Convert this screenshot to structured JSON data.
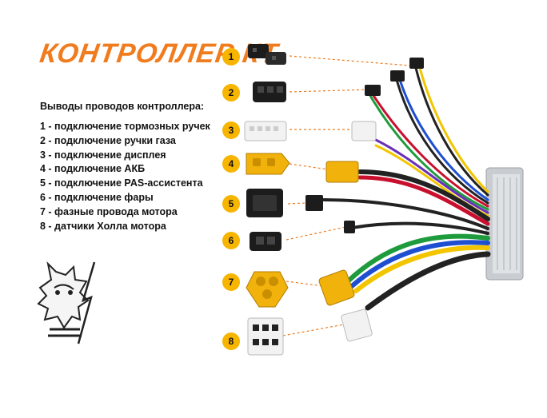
{
  "title": "КОНТРОЛЛЕР КТ",
  "subtitle": "Выводы проводов контроллера:",
  "legend": [
    "1 - подключение тормозных ручек",
    "2 - подключение ручки газа",
    "3 - подключение дисплея",
    "4 - подключение АКБ",
    "5 - подключение PAS-ассистента",
    "6 - подключение фары",
    "7 - фазные провода мотора",
    "8 - датчики Холла мотора"
  ],
  "badges": [
    "1",
    "2",
    "3",
    "4",
    "5",
    "6",
    "7",
    "8"
  ],
  "colors": {
    "accent": "#f07c1e",
    "badge": "#f7b500",
    "connector_dark": "#1c1c1c",
    "connector_yellow": "#f2b20c",
    "connector_white": "#f2f2f2",
    "controller_body": "#c9cdd2"
  }
}
